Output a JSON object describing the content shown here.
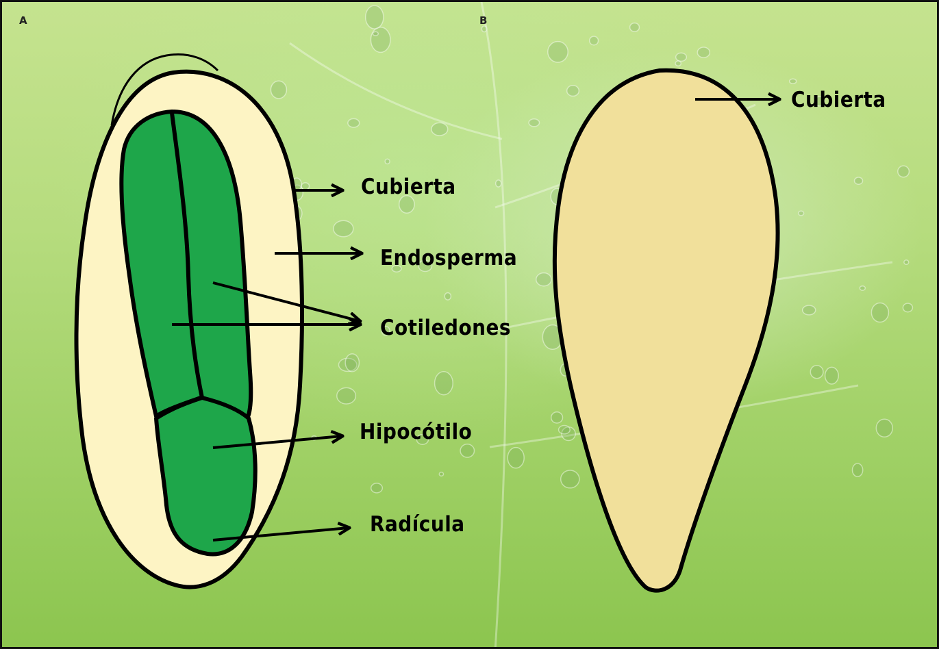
{
  "panels": {
    "a": {
      "letter": "A"
    },
    "b": {
      "letter": "B"
    }
  },
  "labels": {
    "cubierta_a": "Cubierta",
    "endosperma": "Endosperma",
    "cotiledones": "Cotiledones",
    "hipocotilo": "Hipocótilo",
    "radicula": "Radícula",
    "cubierta_b": "Cubierta"
  },
  "colors": {
    "background": "#b6dc7e",
    "endosperm_fill": "#fdf4c4",
    "embryo_fill": "#1ea64a",
    "seed_coat_fill_b": "#f1e09b",
    "outline": "#000000"
  }
}
